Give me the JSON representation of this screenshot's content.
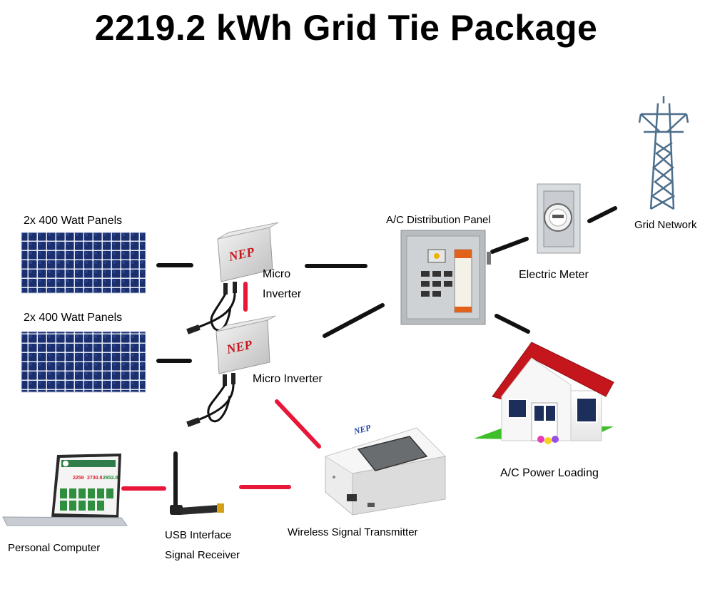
{
  "title": "2219.2 kWh Grid Tie Package",
  "labels": {
    "panels_top": "2x 400 Watt Panels",
    "panels_bottom": "2x 400 Watt Panels",
    "micro_inverter_1_line1": "Micro",
    "micro_inverter_1_line2": "Inverter",
    "micro_inverter_2": "Micro Inverter",
    "distribution_panel": "A/C Distribution Panel",
    "electric_meter": "Electric Meter",
    "grid_network": "Grid Network",
    "power_loading": "A/C Power Loading",
    "personal_computer": "Personal Computer",
    "usb_receiver_line1": "USB Interface",
    "usb_receiver_line2": "Signal Receiver",
    "wireless_transmitter": "Wireless Signal Transmitter"
  },
  "brand": {
    "inverter_logo": "NEP",
    "transmitter_logo": "NEP"
  },
  "laptop_screen": {
    "value_1": "2259",
    "value_2": "2730.8",
    "value_3": "2652.8"
  },
  "colors": {
    "power_link": "#111111",
    "signal_link": "#e8173a",
    "panel_cell": "#1b2f6e",
    "roof": "#c4161c",
    "lawn": "#3ebf2a"
  }
}
